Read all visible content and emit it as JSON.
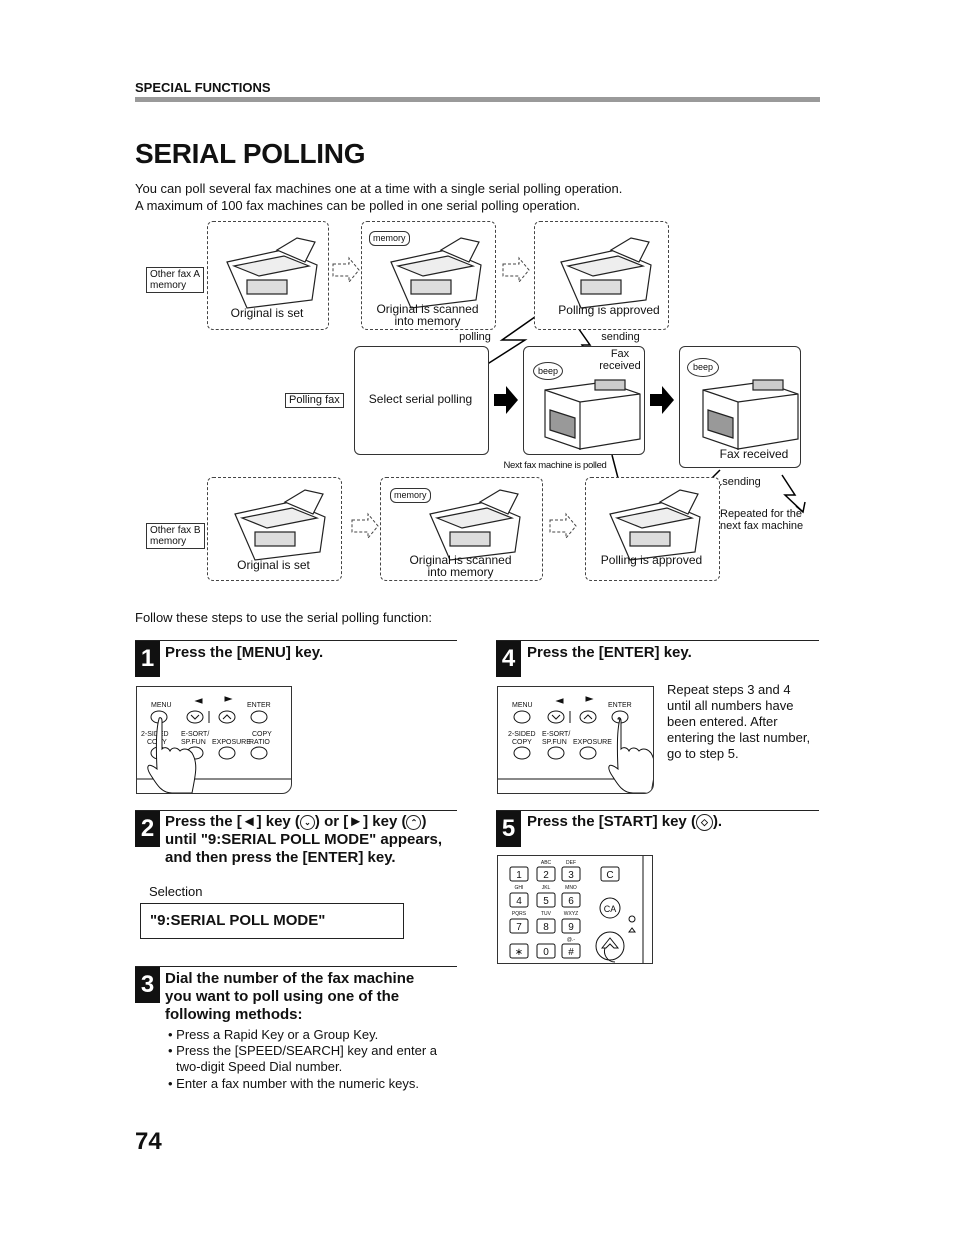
{
  "header": {
    "section": "SPECIAL FUNCTIONS",
    "title": "SERIAL POLLING"
  },
  "intro": [
    "You can poll several fax machines one at a time with a single serial polling operation.",
    "A maximum of 100 fax machines can be polled in one serial polling operation."
  ],
  "diagram": {
    "fax_a_tag": [
      "Other fax A",
      "memory"
    ],
    "fax_b_tag": [
      "Other fax B",
      "memory"
    ],
    "polling_fax_tag": "Polling fax",
    "original_set": "Original is set",
    "original_scanned": [
      "Original is scanned",
      "into memory"
    ],
    "polling_approved": "Polling is approved",
    "polling": "polling",
    "sending": "sending",
    "fax_received_split": [
      "Fax",
      "received"
    ],
    "fax_received": "Fax received",
    "select_serial_polling": "Select serial polling",
    "memory": "memory",
    "beep": "beep",
    "next_fax_polled": "Next fax machine is polled",
    "repeated": [
      "Repeated for the",
      "next fax machine"
    ]
  },
  "follow_text": "Follow these steps to use the serial polling function:",
  "steps": {
    "s1": {
      "num": "1",
      "title": "Press the [MENU] key."
    },
    "s2": {
      "num": "2",
      "line1a": "Press the [",
      "line1b": "] key (",
      "line1c": ") or [",
      "line1d": "] key (",
      "line1e": ")",
      "line2": "until \"9:SERIAL POLL MODE\" appears,",
      "line3": "and then press the [ENTER] key.",
      "selection_label": "Selection",
      "selection_value": "\"9:SERIAL POLL MODE\""
    },
    "s3": {
      "num": "3",
      "title": [
        "Dial the number of the fax machine",
        "you want to poll using one of the",
        "following methods:"
      ],
      "bullets": [
        "Press a Rapid Key or a Group Key.",
        "Press the [SPEED/SEARCH] key and enter a",
        "two-digit Speed Dial number.",
        "Enter a fax number with the numeric keys."
      ]
    },
    "s4": {
      "num": "4",
      "title": "Press the [ENTER] key.",
      "note": [
        "Repeat steps 3 and 4",
        "until all numbers have",
        "been entered. After",
        "entering the last number,",
        "go to step 5."
      ]
    },
    "s5": {
      "num": "5",
      "title_a": "Press the  [START] key (",
      "title_b": ")."
    }
  },
  "panel": {
    "menu": "MENU",
    "enter": "ENTER",
    "two_sided": "2-SIDED",
    "copy": "COPY",
    "esort": "E-SORT/",
    "spfun": "SP.FUN",
    "exposure": "EXPOSURE",
    "copy2": "COPY",
    "ratio": "RATIO"
  },
  "keypad": {
    "keys": [
      "1",
      "2",
      "3",
      "4",
      "5",
      "6",
      "7",
      "8",
      "9",
      "∗",
      "0",
      "#"
    ],
    "letters": [
      "ABC",
      "DEF",
      "GHI",
      "JKL",
      "MNO",
      "PQRS",
      "TUV",
      "WXYZ",
      "@.-"
    ],
    "c": "C",
    "ca": "CA"
  },
  "page_number": "74"
}
